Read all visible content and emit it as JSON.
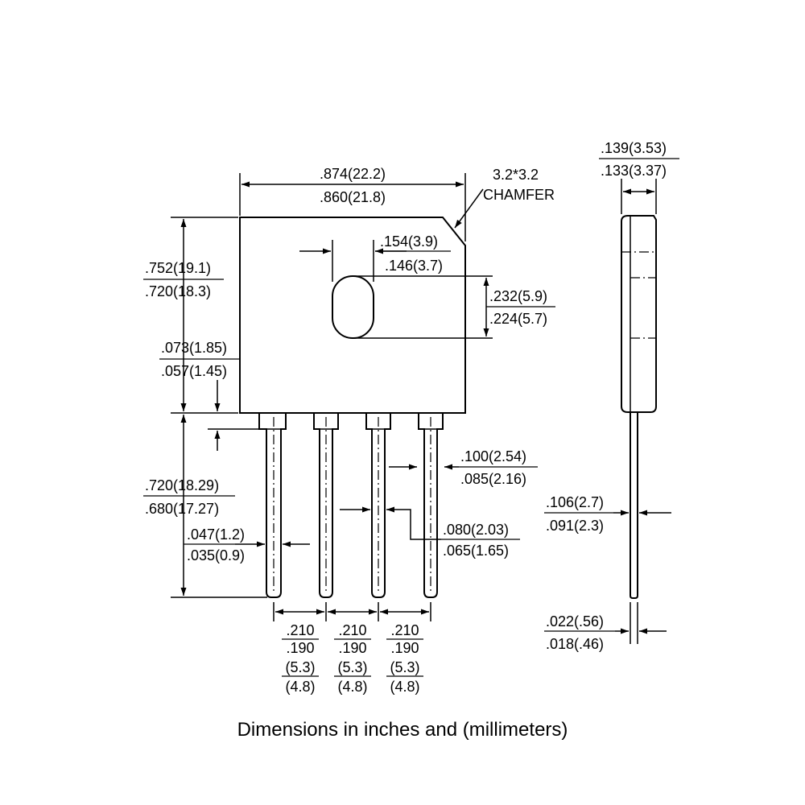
{
  "caption": "Dimensions in inches and (millimeters)",
  "dimensions": {
    "body_width": {
      "max": ".874(22.2)",
      "min": ".860(21.8)"
    },
    "chamfer": {
      "size": "3.2*3.2",
      "label": "CHAMFER"
    },
    "hole_offset": {
      "max": ".154(3.9)",
      "min": ".146(3.7)"
    },
    "body_height": {
      "max": ".752(19.1)",
      "min": ".720(18.3)"
    },
    "hole_height": {
      "max": ".232(5.9)",
      "min": ".224(5.7)"
    },
    "lead_shoulder": {
      "max": ".073(1.85)",
      "min": ".057(1.45)"
    },
    "lead_length": {
      "max": ".720(18.29)",
      "min": ".680(17.27)"
    },
    "lead_wide_width": {
      "max": ".100(2.54)",
      "min": ".085(2.16)"
    },
    "lead_width": {
      "max": ".047(1.2)",
      "min": ".035(0.9)"
    },
    "lead_narrow_width": {
      "max": ".080(2.03)",
      "min": ".065(1.65)"
    },
    "lead_pitch": {
      "max_in": ".210",
      "min_in": ".190",
      "max_mm": "(5.3)",
      "min_mm": "(4.8)"
    },
    "body_thickness": {
      "max": ".139(3.53)",
      "min": ".133(3.37)"
    },
    "lead_side_width": {
      "max": ".106(2.7)",
      "min": ".091(2.3)"
    },
    "lead_thickness": {
      "max": ".022(.56)",
      "min": ".018(.46)"
    }
  }
}
